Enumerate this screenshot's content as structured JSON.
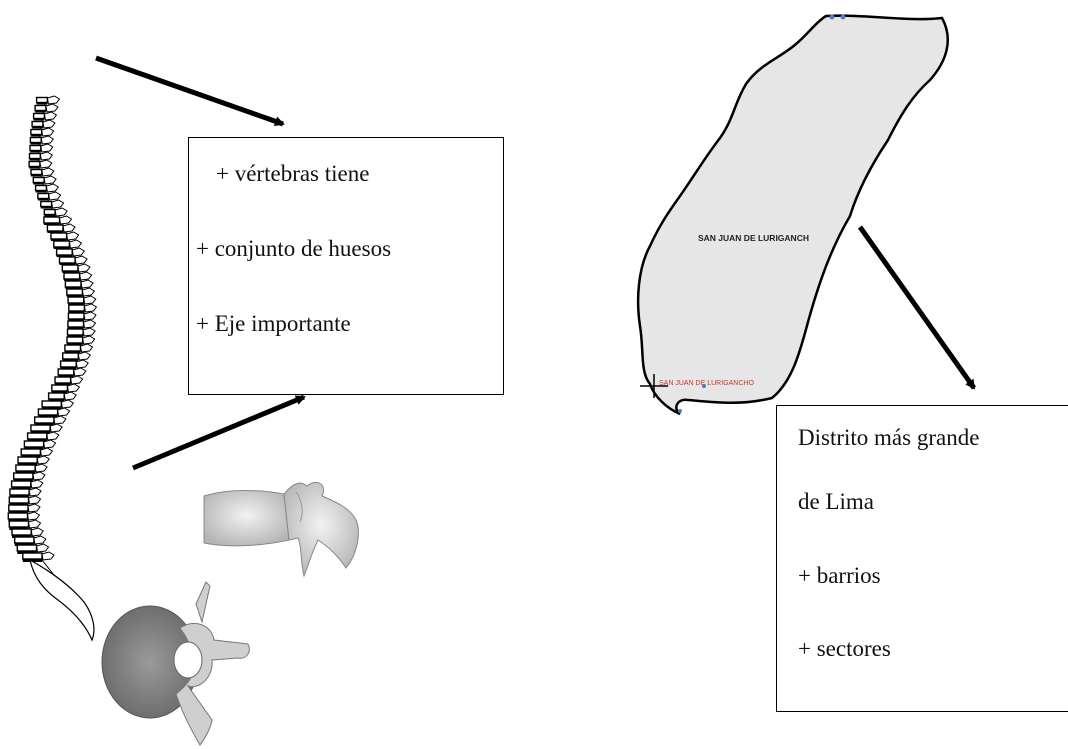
{
  "spine_box": {
    "lines": [
      "+ vértebras tiene",
      "+ conjunto de huesos",
      "+ Eje importante"
    ]
  },
  "district_box": {
    "lines": [
      "Distrito más grande",
      "de Lima",
      "+ barrios",
      "+ sectores"
    ]
  },
  "map": {
    "label_main": "SAN JUAN DE LURIGANCH",
    "label_secondary": "SAN JUAN DE LURIGANCHO",
    "fill_color": "#e6e6e6",
    "label_secondary_color": "#c0392b"
  },
  "icons": [
    "spine-icon",
    "vertebra-side-icon",
    "vertebra-top-icon",
    "district-map"
  ]
}
